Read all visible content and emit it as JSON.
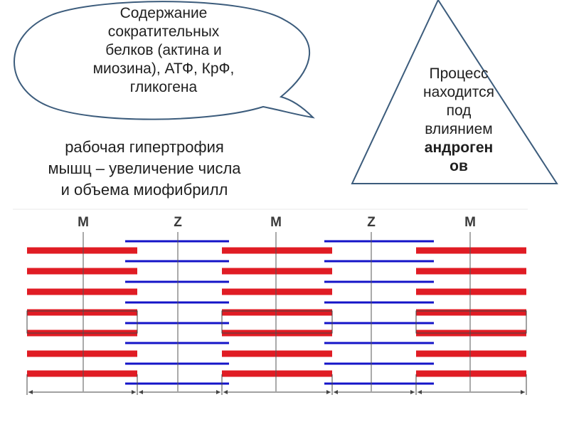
{
  "bubble": {
    "lines": [
      "Содержание",
      "сократительных",
      "белков (актина и",
      "миозина), АТФ, КрФ,",
      "гликогена"
    ]
  },
  "triangle": {
    "lines": [
      "Процесс",
      "находится",
      "под",
      "влиянием"
    ],
    "bold_lines": [
      "андроген",
      "ов"
    ]
  },
  "hypertrophy": {
    "lines": [
      "рабочая гипертрофия",
      "мышц – увеличение числа",
      "и объема миофибрилл"
    ]
  },
  "sarcomere": {
    "band_labels": [
      "M",
      "Z",
      "M",
      "Z",
      "M"
    ],
    "colors": {
      "actin": "#1414c8",
      "myosin": "#e01c24",
      "line": "#555555",
      "outline": "#444444"
    }
  }
}
